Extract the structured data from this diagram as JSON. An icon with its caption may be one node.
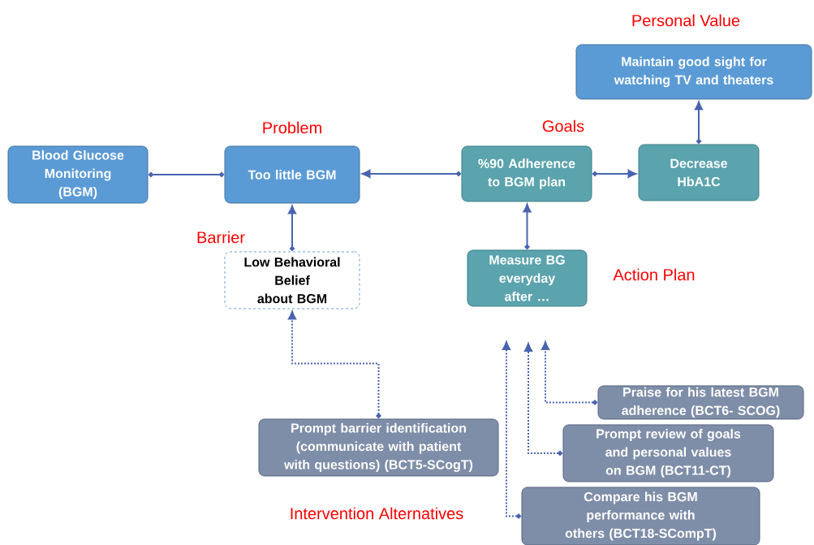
{
  "diagram": {
    "nodes": [
      {
        "text": [
          "Blood Glucose Monitoring (BGM)"
        ]
      },
      {
        "text": [
          "Too little BGM"
        ]
      },
      {
        "text": [
          "%90 Adherence to BGM plan"
        ]
      },
      {
        "text": [
          "Decrease HbA1C"
        ]
      },
      {
        "text": [
          "Maintain good sight for watching TV and theaters"
        ]
      },
      {
        "text": [
          "Low Behavioral Belief  about BGM"
        ]
      },
      {
        "text": [
          "Measure BG everyday after …"
        ]
      },
      {
        "text": [
          "Prompt barrier identification (communicate with patient with questions) (BCT5-SCogT)"
        ]
      },
      {
        "text": [
          "Praise for his latest BGM adherence  (BCT6- SCOG)"
        ]
      },
      {
        "text": [
          "Prompt review of goals and personal values on BGM (BCT11-CT)"
        ]
      },
      {
        "text": [
          "Compare his BGM performance with others (BCT18-SCompT)"
        ]
      }
    ],
    "edges": [
      {
        "from": 0,
        "to": 1,
        "arrow": "other"
      },
      {
        "from": 2,
        "to": 1,
        "arrow": "to"
      },
      {
        "from": 2,
        "to": 3,
        "arrow": "to"
      },
      {
        "from": 3,
        "to": 4,
        "arrow": "to"
      },
      {
        "from": 5,
        "to": 1,
        "arrow": "to"
      },
      {
        "from": 6,
        "to": 2,
        "arrow": "to"
      },
      {
        "from": 7,
        "to": 5,
        "arrow": "to",
        "style": "dashed"
      },
      {
        "from": 8,
        "to": null,
        "arrow": "to",
        "style": "dashed"
      },
      {
        "from": 9,
        "to": null,
        "arrow": "to",
        "style": "dashed"
      },
      {
        "from": 10,
        "to": null,
        "arrow": "to",
        "style": "dashed"
      }
    ],
    "labels": [
      "Personal Value",
      "Problem",
      "Goals",
      "Barrier",
      "Action Plan",
      "Intervention Alternatives"
    ]
  }
}
